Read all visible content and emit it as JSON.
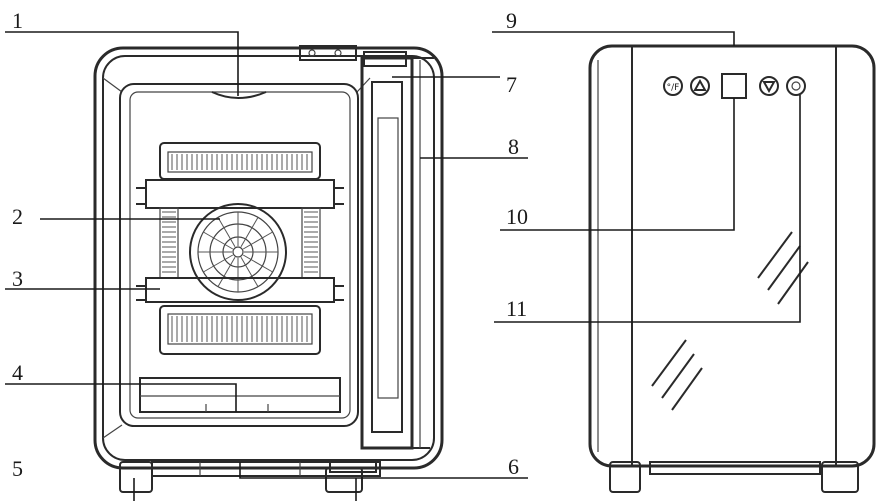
{
  "callouts": [
    {
      "id": "1",
      "label": "1"
    },
    {
      "id": "2",
      "label": "2"
    },
    {
      "id": "3",
      "label": "3"
    },
    {
      "id": "4",
      "label": "4"
    },
    {
      "id": "5",
      "label": "5"
    },
    {
      "id": "6",
      "label": "6"
    },
    {
      "id": "7",
      "label": "7"
    },
    {
      "id": "8",
      "label": "8"
    },
    {
      "id": "9",
      "label": "9"
    },
    {
      "id": "10",
      "label": "10"
    },
    {
      "id": "11",
      "label": "11"
    }
  ],
  "control_panel": {
    "icons": [
      "temperature-unit-icon",
      "up-arrow-icon",
      "display-window",
      "down-arrow-icon",
      "light-icon"
    ]
  }
}
